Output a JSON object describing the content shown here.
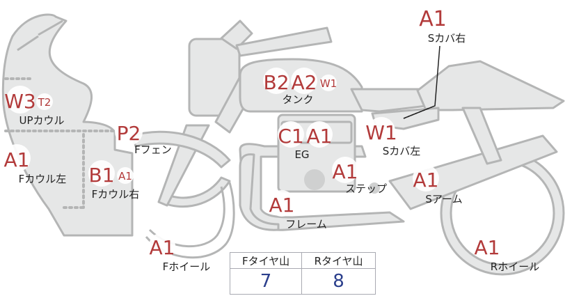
{
  "colors": {
    "body": "#e6e7e7",
    "outline": "#b4b5b5",
    "grade": "#b23a3a",
    "value": "#2b3f8c",
    "table_border": "#a8a9b1"
  },
  "parts": {
    "s_cover_right": {
      "label": "Sカバ右",
      "grades": [
        "A1"
      ]
    },
    "tank": {
      "label": "タンク",
      "grades": [
        "B2",
        "A2",
        "W1"
      ]
    },
    "up_cowl": {
      "label": "UPカウル",
      "grades": [
        "W3",
        "T2"
      ]
    },
    "f_fender": {
      "label": "Fフェン",
      "grades": [
        "P2"
      ]
    },
    "engine": {
      "label": "EG",
      "grades": [
        "C1",
        "A1"
      ]
    },
    "s_cover_left": {
      "label": "Sカバ左",
      "grades": [
        "W1"
      ]
    },
    "f_cowl_left": {
      "label": "Fカウル左",
      "grades": [
        "A1"
      ]
    },
    "f_cowl_right": {
      "label": "Fカウル右",
      "grades": [
        "B1",
        "A1"
      ]
    },
    "step": {
      "label": "ステップ",
      "grades": [
        "A1"
      ]
    },
    "s_arm": {
      "label": "Sアーム",
      "grades": [
        "A1"
      ]
    },
    "frame": {
      "label": "フレーム",
      "grades": [
        "A1"
      ]
    },
    "f_wheel": {
      "label": "Fホイール",
      "grades": [
        "A1"
      ]
    },
    "r_wheel": {
      "label": "Rホイール",
      "grades": [
        "A1"
      ]
    }
  },
  "tread": {
    "front_label": "Fタイヤ山",
    "rear_label": "Rタイヤ山",
    "front_value": "7",
    "rear_value": "8"
  }
}
